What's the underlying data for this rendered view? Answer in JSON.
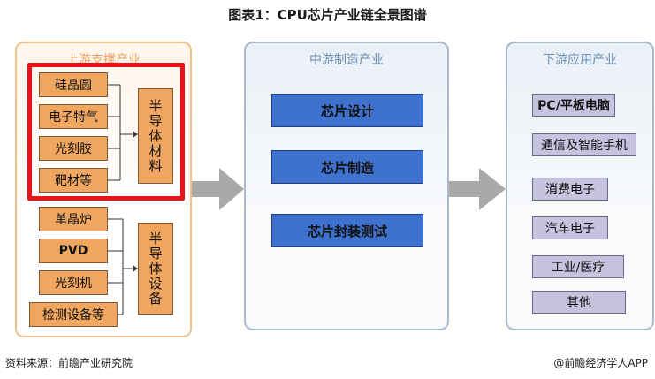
{
  "title": "图表1：CPU芯片产业链全景图谱",
  "upstream": {
    "title": "上游支撑产业",
    "materials": [
      "硅晶圆",
      "电子特气",
      "光刻胶",
      "靶材等"
    ],
    "materials_group": "半导体材料",
    "equipment": [
      "单晶炉",
      "PVD",
      "光刻机",
      "检测设备等"
    ],
    "equipment_group": "半导体设备",
    "highlight_color": "#e8131b"
  },
  "midstream": {
    "title": "中游制造产业",
    "items": [
      "芯片设计",
      "芯片制造",
      "芯片封装测试"
    ]
  },
  "downstream": {
    "title": "下游应用产业",
    "items": [
      "PC/平板电脑",
      "通信及智能手机",
      "消费电子",
      "汽车电子",
      "工业/医疗",
      "其他"
    ]
  },
  "footer": {
    "source": "资料来源：前瞻产业研究院",
    "brand": "@前瞻经济学人APP"
  },
  "colors": {
    "orange": "#f0a65e",
    "blue": "#3f72cf",
    "purple": "#c5c3de",
    "arrow": "#a9a9a9"
  }
}
